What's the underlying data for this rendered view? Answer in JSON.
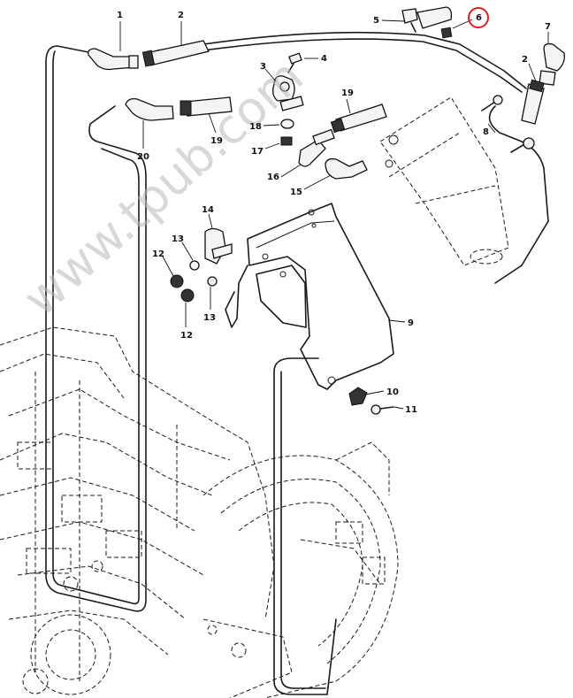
{
  "watermark": "www.tpub.com",
  "callouts": {
    "c1": "1",
    "c2a": "2",
    "c2b": "2",
    "c3": "3",
    "c4": "4",
    "c5": "5",
    "c6": "6",
    "c7": "7",
    "c8": "8",
    "c9": "9",
    "c10": "10",
    "c11": "11",
    "c12a": "12",
    "c12b": "12",
    "c13a": "13",
    "c13b": "13",
    "c14": "14",
    "c15": "15",
    "c16": "16",
    "c17": "17",
    "c18": "18",
    "c19a": "19",
    "c19b": "19",
    "c20": "20"
  },
  "highlight_color": "#e0201c"
}
